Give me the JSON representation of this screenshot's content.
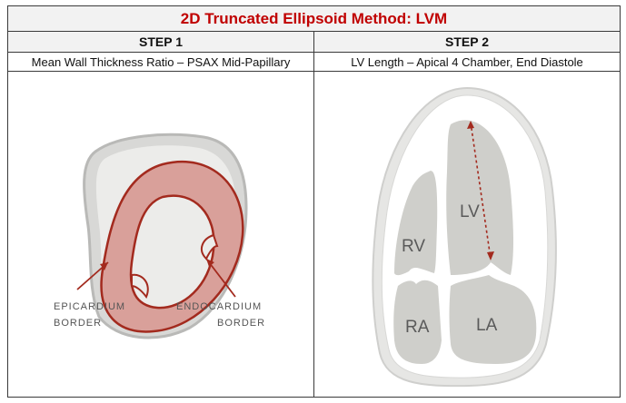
{
  "title": "2D Truncated Ellipsoid Method:  LVM",
  "step1": {
    "header": "STEP 1",
    "subtitle": "Mean Wall Thickness Ratio – PSAX Mid-Papillary",
    "labels": {
      "epicardium_line1": "EPICARDIUM",
      "epicardium_line2": "BORDER",
      "endocardium_line1": "ENDOCARDIUM",
      "endocardium_line2": "BORDER"
    }
  },
  "step2": {
    "header": "STEP 2",
    "subtitle": "LV Length – Apical 4 Chamber, End Diastole",
    "labels": {
      "lv": "LV",
      "rv": "RV",
      "ra": "RA",
      "la": "LA"
    }
  },
  "colors": {
    "title_red": "#c00000",
    "myocardium_fill": "#d9a09a",
    "border_red": "#a32a1e",
    "cavity_gray": "#cfcfcb",
    "wall_white": "#ffffff"
  }
}
